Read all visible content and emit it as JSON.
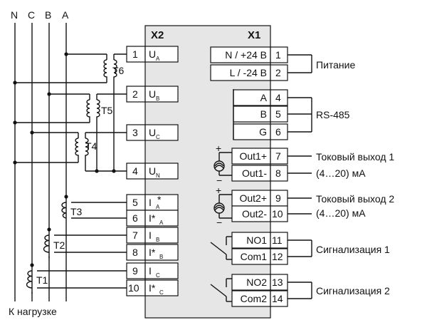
{
  "phases": [
    "N",
    "C",
    "B",
    "A"
  ],
  "load_label": "К нагрузке",
  "x2": {
    "title": "X2",
    "terminals": [
      {
        "num": "1",
        "label": "U",
        "sub": "A"
      },
      {
        "num": "2",
        "label": "U",
        "sub": "B"
      },
      {
        "num": "3",
        "label": "U",
        "sub": "C"
      },
      {
        "num": "4",
        "label": "U",
        "sub": "N"
      },
      {
        "num": "5",
        "label": "I",
        "sub": "A",
        "star": "*"
      },
      {
        "num": "6",
        "label": "I*",
        "sub": "A"
      },
      {
        "num": "7",
        "label": "I",
        "sub": "B"
      },
      {
        "num": "8",
        "label": "I*",
        "sub": "B"
      },
      {
        "num": "9",
        "label": "I",
        "sub": "C"
      },
      {
        "num": "10",
        "label": "I*",
        "sub": "C"
      }
    ]
  },
  "x1": {
    "title": "X1",
    "terminals": [
      {
        "num": "1",
        "label": "N / +24 B"
      },
      {
        "num": "2",
        "label": "L / -24 B"
      },
      {
        "num": "4",
        "label": "A"
      },
      {
        "num": "5",
        "label": "B"
      },
      {
        "num": "6",
        "label": "G"
      },
      {
        "num": "7",
        "label": "Out1+"
      },
      {
        "num": "8",
        "label": "Out1-"
      },
      {
        "num": "9",
        "label": "Out2+"
      },
      {
        "num": "10",
        "label": "Out2-"
      },
      {
        "num": "11",
        "label": "NO1"
      },
      {
        "num": "12",
        "label": "Com1"
      },
      {
        "num": "13",
        "label": "NO2"
      },
      {
        "num": "14",
        "label": "Com2"
      }
    ]
  },
  "transformers": [
    "T6",
    "T5",
    "T4",
    "T3",
    "T2",
    "T1"
  ],
  "outputs": {
    "power": "Питание",
    "rs485": "RS-485",
    "current1": "Токовый выход 1",
    "current1_range": "(4…20) мА",
    "current2": "Токовый выход 2",
    "current2_range": "(4…20) мА",
    "alarm1": "Сигнализация 1",
    "alarm2": "Сигнализация 2"
  },
  "polarity": {
    "plus": "+",
    "minus": "−"
  }
}
